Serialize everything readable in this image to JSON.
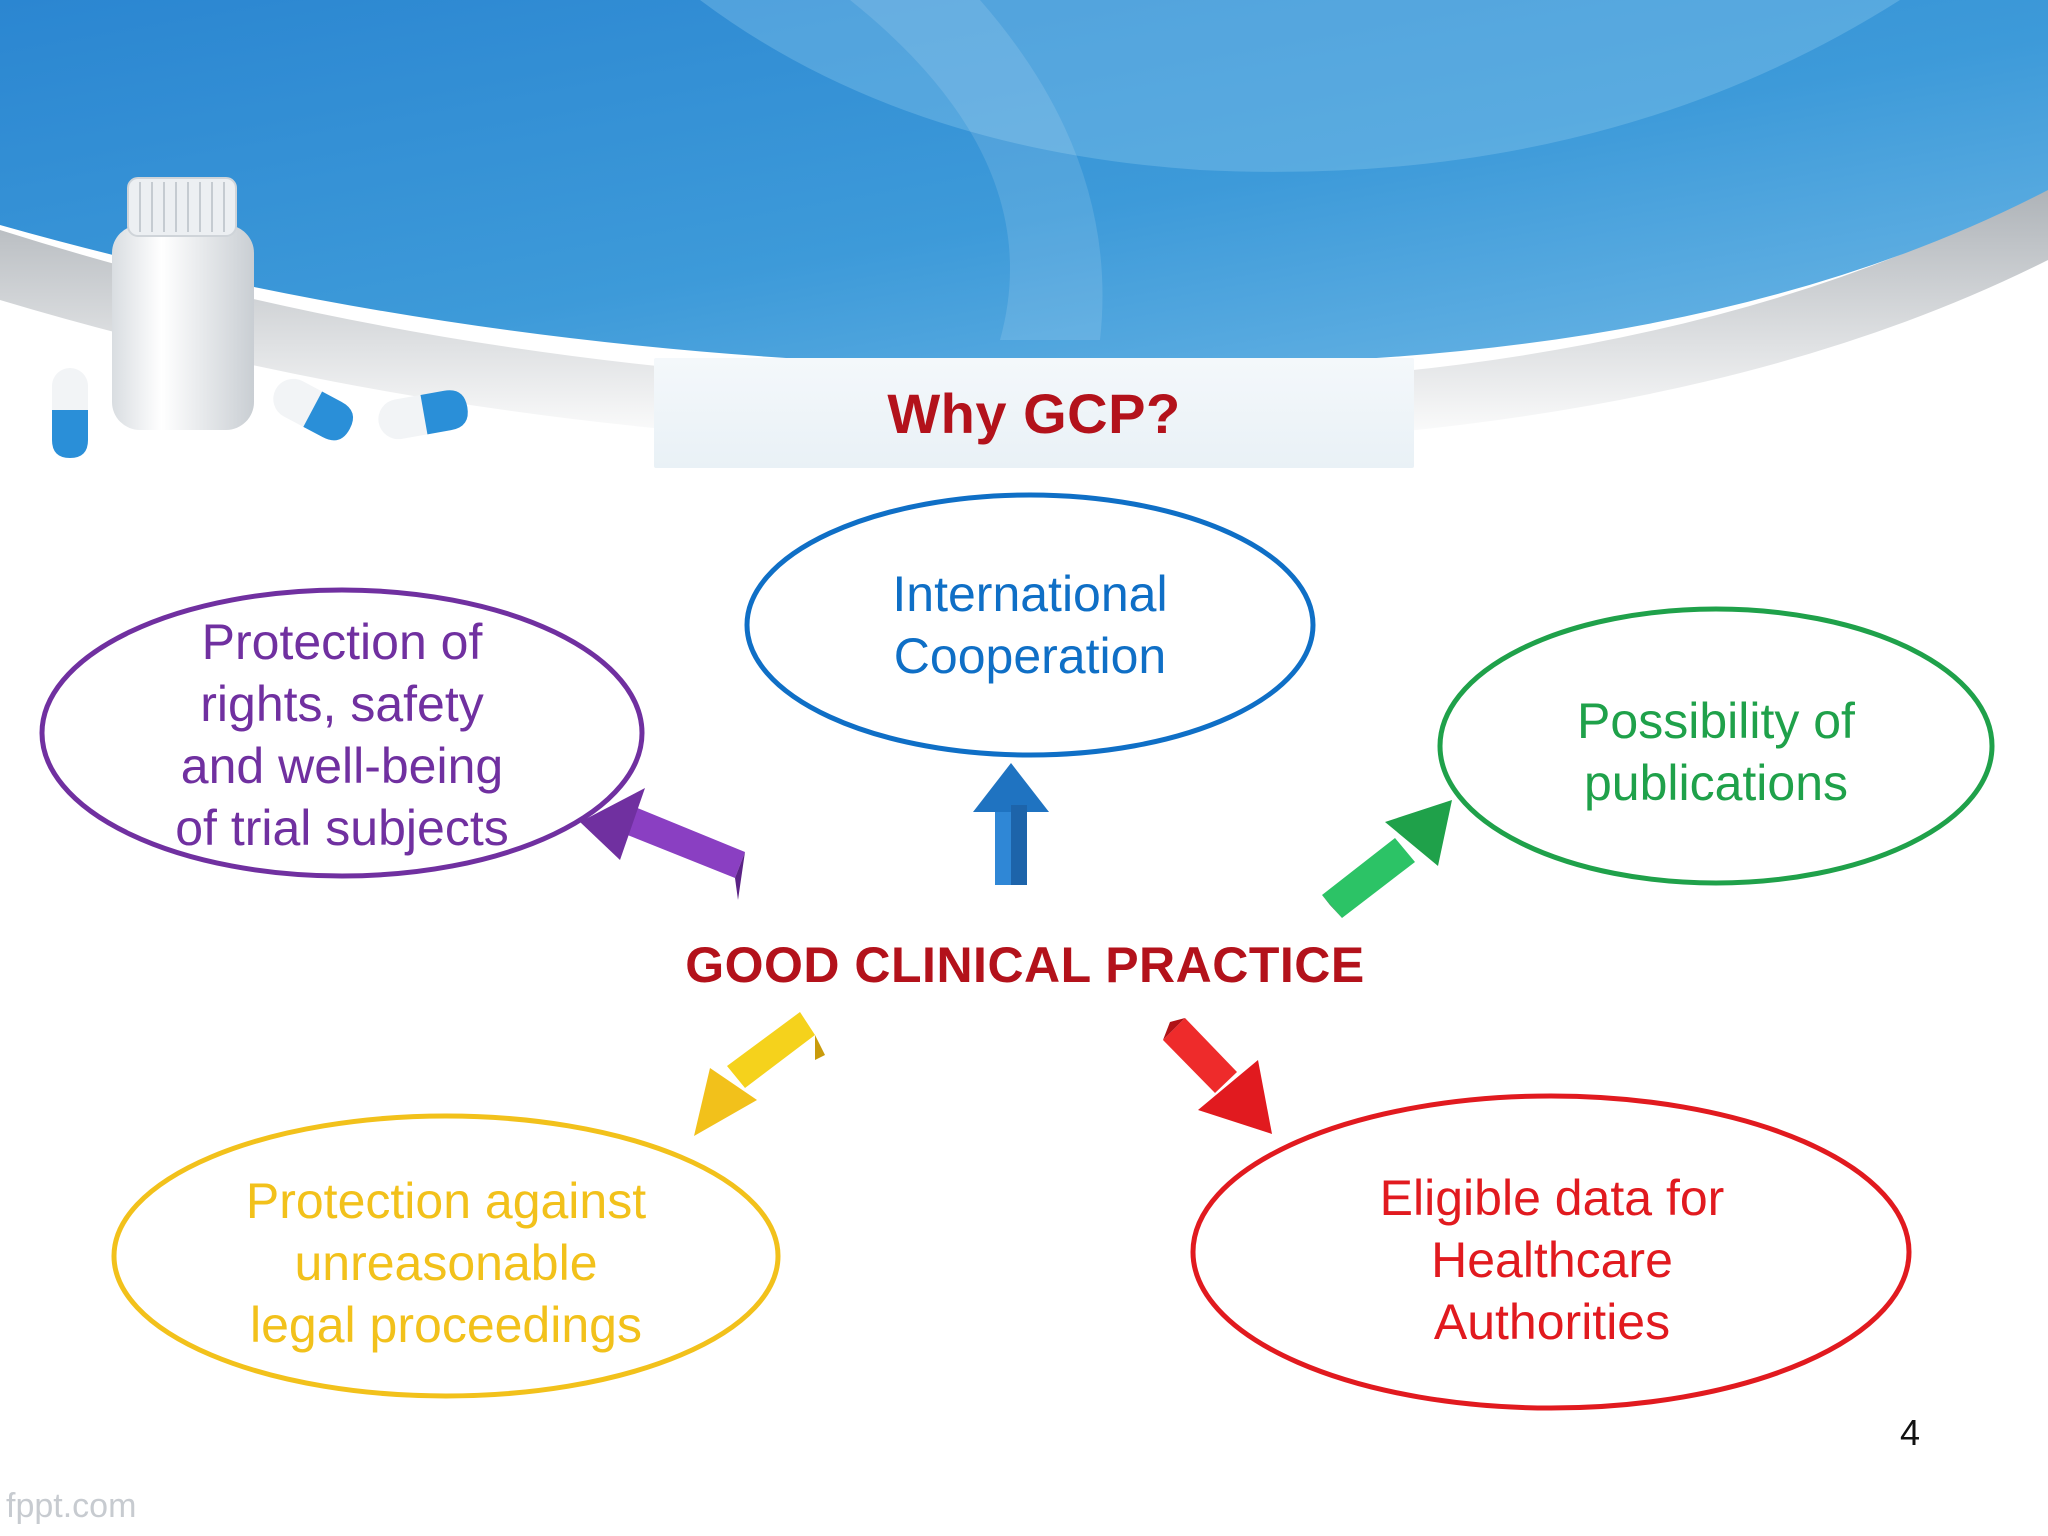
{
  "slide": {
    "title": "Why GCP?",
    "center": "GOOD CLINICAL PRACTICE",
    "page_number": "4",
    "watermark": "fppt.com"
  },
  "nodes": [
    {
      "id": "rights",
      "lines": [
        "Protection of",
        "rights, safety",
        "and well-being",
        "of trial subjects"
      ],
      "color": "#7030a0",
      "arrow": "purple"
    },
    {
      "id": "cooperation",
      "lines": [
        "International",
        "Cooperation"
      ],
      "color": "#0f6fc6",
      "arrow": "blue"
    },
    {
      "id": "publications",
      "lines": [
        "Possibility of",
        "publications"
      ],
      "color": "#1fa14a",
      "arrow": "green"
    },
    {
      "id": "legal",
      "lines": [
        "Protection against",
        "unreasonable",
        "legal proceedings"
      ],
      "color": "#f2c11b",
      "arrow": "yellow"
    },
    {
      "id": "eligible",
      "lines": [
        "Eligible data for",
        "Healthcare",
        "Authorities"
      ],
      "color": "#e11a1f",
      "arrow": "red"
    }
  ],
  "colors": {
    "title": "#b3121b",
    "header_blue": "#3d9ad9",
    "header_light": "#7cc0ea"
  },
  "icons": [
    "pill-bottle-icon",
    "capsule-icon"
  ]
}
